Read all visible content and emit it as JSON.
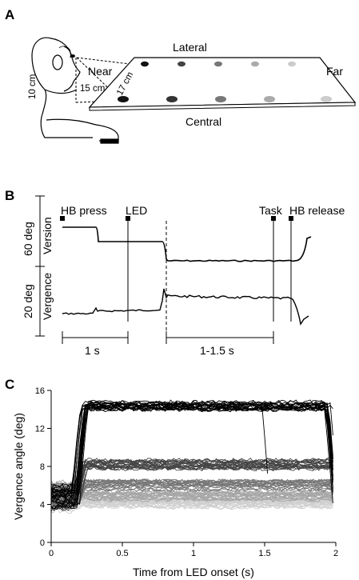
{
  "panel_a": {
    "letter": "A",
    "labels": {
      "lateral": "Lateral",
      "central": "Central",
      "near": "Near",
      "far": "Far",
      "dim_height": "10 cm",
      "dim_horizontal": "15 cm",
      "dim_diagonal": "17 cm"
    },
    "led_rows": {
      "lateral_grays": [
        "#111111",
        "#444444",
        "#777777",
        "#aaaaaa",
        "#cccccc"
      ],
      "central_grays": [
        "#111111",
        "#333333",
        "#777777",
        "#aaaaaa",
        "#cccccc"
      ]
    }
  },
  "panel_b": {
    "letter": "B",
    "events": {
      "hb_press": "HB press",
      "led": "LED",
      "task": "Task",
      "hb_release": "HB release"
    },
    "scale_labels": {
      "version_scale": "60 deg",
      "version": "Version",
      "vergence_scale": "20 deg",
      "vergence": "Vergence"
    },
    "durations": {
      "first": "1 s",
      "second": "1-1.5 s"
    }
  },
  "chart_data": {
    "type": "line",
    "letter": "C",
    "xlabel": "Time from LED onset (s)",
    "ylabel": "Vergence angle (deg)",
    "xlim": [
      0,
      2
    ],
    "ylim": [
      0,
      16
    ],
    "xticks": [
      0,
      0.5,
      1,
      1.5,
      2
    ],
    "xtick_labels": [
      "0",
      "0.5",
      "1",
      "1.5",
      "2"
    ],
    "yticks": [
      0,
      4,
      8,
      12,
      16
    ],
    "ytick_labels": [
      "0",
      "4",
      "8",
      "12",
      "16"
    ],
    "grid": false,
    "series": [
      {
        "color": "#000000",
        "count": 20,
        "start": 4.8,
        "plateau": 14.4,
        "onset": 0.17,
        "end": 1.95
      },
      {
        "color": "#444444",
        "count": 20,
        "start": 4.6,
        "plateau": 8.2,
        "onset": 0.17,
        "end": 2.0
      },
      {
        "color": "#777777",
        "count": 20,
        "start": 4.9,
        "plateau": 6.0,
        "onset": 0.17,
        "end": 1.98
      },
      {
        "color": "#a6a6a6",
        "count": 20,
        "start": 5.2,
        "plateau": 4.9,
        "onset": 0.17,
        "end": 1.98
      },
      {
        "color": "#cfcfcf",
        "count": 20,
        "start": 4.4,
        "plateau": 4.0,
        "onset": 0.17,
        "end": 1.98
      }
    ]
  }
}
